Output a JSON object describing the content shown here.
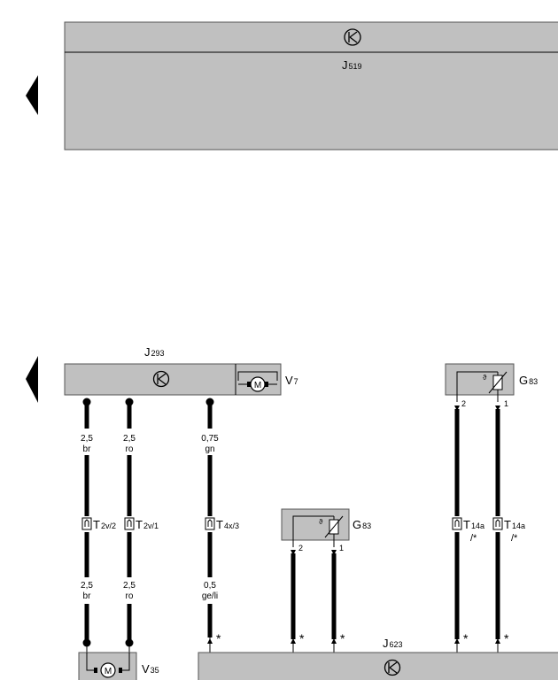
{
  "colors": {
    "box_fill": "#c0c0c0",
    "box_stroke": "#555555",
    "wire": "#000000",
    "background": "#ffffff"
  },
  "icons": {
    "ground_symbol": "control-unit-ground-icon",
    "motor_symbol": "motor-icon",
    "sensor_symbol": "temperature-sensor-icon",
    "page_marker": "left-arrow-icon"
  },
  "components": {
    "j519": {
      "name": "J",
      "sub": "519"
    },
    "j293": {
      "name": "J",
      "sub": "293"
    },
    "v7": {
      "name": "V",
      "sub": "7",
      "motor": "M"
    },
    "g83_top": {
      "name": "G",
      "sub": "83"
    },
    "g83_mid": {
      "name": "G",
      "sub": "83"
    },
    "v35": {
      "name": "V",
      "sub": "35",
      "motor": "M"
    },
    "j623": {
      "name": "J",
      "sub": "623"
    }
  },
  "connectors": {
    "t2v2": {
      "name": "T",
      "sub": "2v/2"
    },
    "t2v1": {
      "name": "T",
      "sub": "2v/1"
    },
    "t4x3": {
      "name": "T",
      "sub": "4x/3"
    },
    "t14a_left": {
      "name": "T",
      "sub": "14a",
      "suffix": "/*"
    },
    "t14a_right": {
      "name": "T",
      "sub": "14a",
      "suffix": "/*"
    }
  },
  "wires": {
    "w1": {
      "top_size": "2,5",
      "top_color": "br",
      "bottom_size": "2,5",
      "bottom_color": "br"
    },
    "w2": {
      "top_size": "2,5",
      "top_color": "ro",
      "bottom_size": "2,5",
      "bottom_color": "ro"
    },
    "w3": {
      "top_size": "0,75",
      "top_color": "gn",
      "bottom_size": "0,5",
      "bottom_color": "ge/li"
    }
  },
  "pins": {
    "g83_top_left": "2",
    "g83_top_right": "1",
    "g83_mid_left": "2",
    "g83_mid_right": "1"
  },
  "markers": {
    "asterisk": "*"
  }
}
